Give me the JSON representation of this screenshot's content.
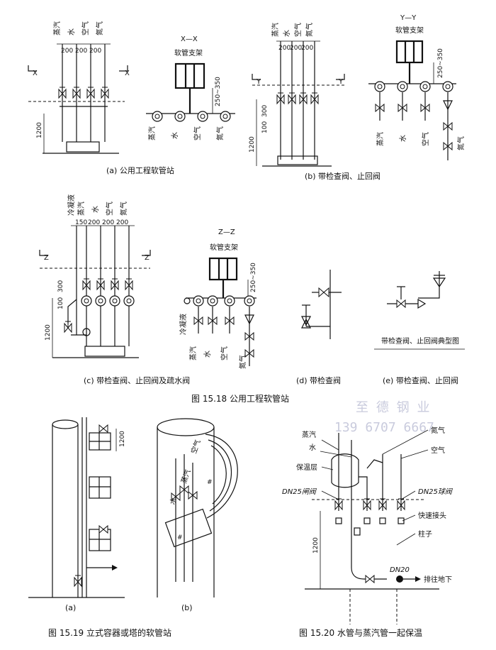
{
  "labels": {
    "steam": "蒸汽",
    "water": "水",
    "air": "空气",
    "nitrogen": "氮气",
    "condensate": "冷凝液",
    "hose_support": "软管支架",
    "insulation": "保温层",
    "column": "柱子",
    "quick_coupling": "快速接头",
    "dn25_gate": "DN25闸阀",
    "dn25_ball": "DN25球阀",
    "dn20": "DN20",
    "to_drain": "排往地下"
  },
  "sections": {
    "x": "X—X",
    "y": "Y—Y",
    "z": "Z—Z",
    "xm": "X",
    "ym": "Y",
    "zm": "Z"
  },
  "dims": {
    "d200": "200",
    "d150": "150",
    "d1200": "1200",
    "d300": "300",
    "d100": "100",
    "d250_350": "250~350"
  },
  "captions": {
    "a": "(a) 公用工程软管站",
    "b": "(b) 带检查阀、止回阀",
    "c": "(c) 带检查阀、止回阀及疏水阀",
    "d": "(d) 带检查阀",
    "e": "(e) 带检查阀、止回阀",
    "typical": "带检查阀、止回阀典型图",
    "fig1518": "图 15.18   公用工程软管站",
    "fig1519": "图 15.19   立式容器或塔的软管站",
    "fig1520": "图 15.20   水管与蒸汽管一起保温",
    "sub_a": "(a)",
    "sub_b": "(b)"
  },
  "watermark": {
    "line1": "至 德 钢 业",
    "line2": "139 6707 6667"
  }
}
